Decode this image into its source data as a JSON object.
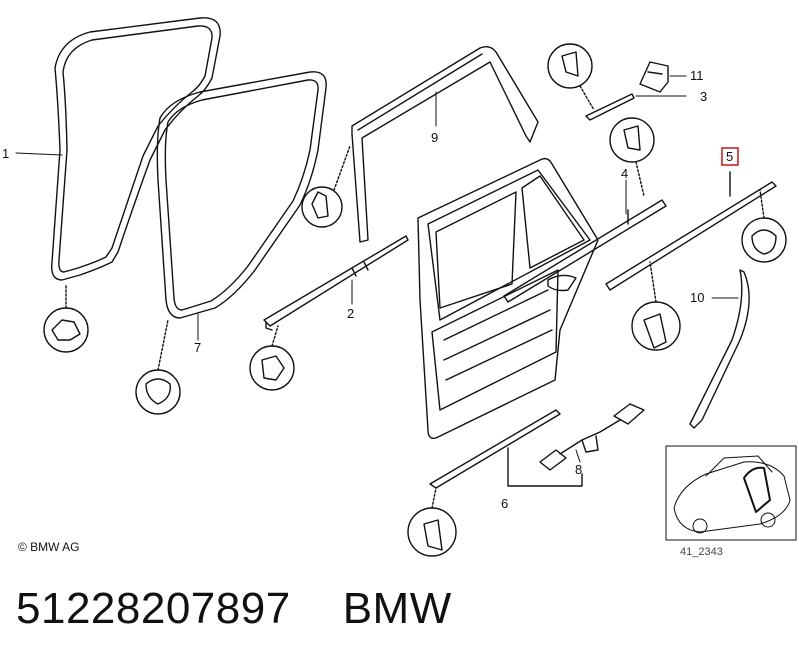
{
  "callouts": {
    "c1": "1",
    "c2": "2",
    "c3": "3",
    "c4": "4",
    "c5": "5",
    "c6": "6",
    "c7": "7",
    "c8": "8",
    "c9": "9",
    "c10": "10",
    "c11": "11"
  },
  "copyright": "© BMW AG",
  "ref_code": "41_2343",
  "footer": {
    "part_number": "51228207897",
    "brand": "BMW"
  },
  "colors": {
    "highlight": "#cc2222",
    "line": "#111111"
  }
}
